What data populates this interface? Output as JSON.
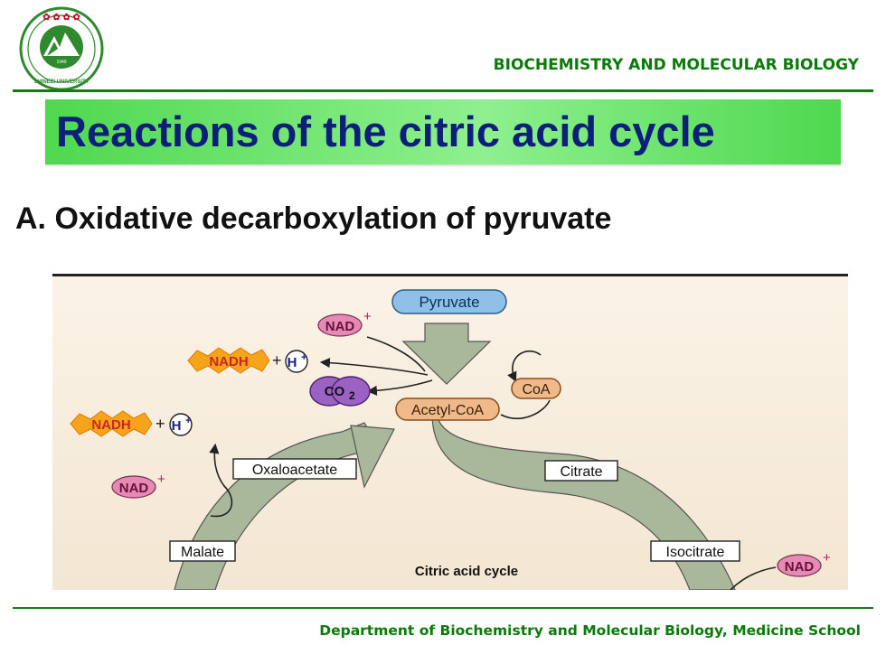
{
  "header": {
    "department_label": "BIOCHEMISTRY  AND MOLECULAR BIOLOGY",
    "logo": {
      "icon": "university-seal-icon",
      "seal_text": "SHINEZI UNIVERSITY",
      "seal_year": "1949"
    }
  },
  "title": "Reactions of the citric acid cycle",
  "subtitle": "A. Oxidative decarboxylation of pyruvate",
  "diagram": {
    "pyruvate": "Pyruvate",
    "nad_1": "NAD",
    "nadh_1": "NADH",
    "plus_1": "+",
    "h_1": "H",
    "co2": "CO",
    "co2_sub": "2",
    "acetyl_coa": "Acetyl-CoA",
    "coa": "CoA",
    "nadh_2": "NADH",
    "plus_2": "+",
    "h_2": "H",
    "oxaloacetate": "Oxaloacetate",
    "citrate": "Citrate",
    "nad_2": "NAD",
    "malate": "Malate",
    "isocitrate": "Isocitrate",
    "cycle_label": "Citric acid cycle",
    "nad_3": "NAD",
    "plus_sup": "+"
  },
  "footer": {
    "text": "Department  of Biochemistry and Molecular Biology, Medicine School"
  },
  "colors": {
    "accent_green": "#157a15",
    "title_text": "#0d1f7a",
    "title_bar": "#5fe05f",
    "pathway_arrow": "#a9b79a",
    "nad_pink": "#e58ab5",
    "nadh_orange": "#f6a51b",
    "pyruvate_blue": "#8ec0e8",
    "acetyl_orange": "#f0b98a",
    "co2_purple": "#9b62c4"
  }
}
